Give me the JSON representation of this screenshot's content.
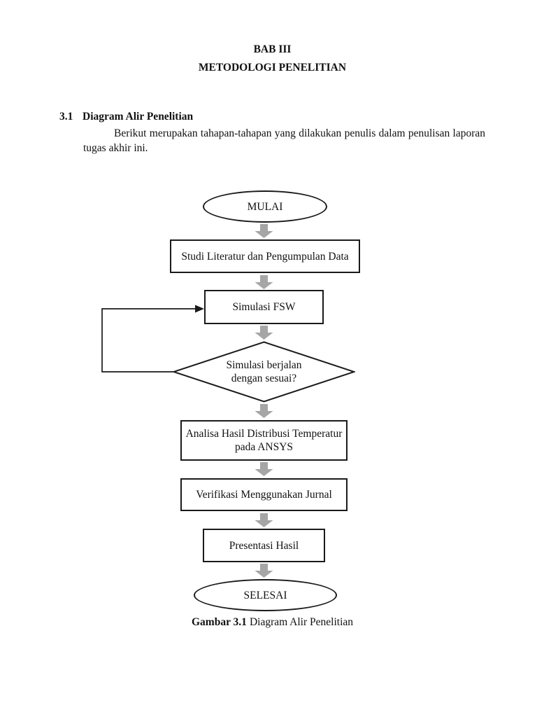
{
  "document": {
    "chapter": {
      "line1": "BAB III",
      "line2": "METODOLOGI PENELITIAN"
    },
    "section": {
      "number": "3.1",
      "title": "Diagram Alir Penelitian"
    },
    "paragraph": {
      "line1": "Berikut merupakan tahapan-tahapan yang dilakukan penulis dalam penulisan laporan",
      "line2": "tugas akhir ini."
    },
    "caption": {
      "label": "Gambar 3.1",
      "text": "Diagram Alir Penelitian"
    }
  },
  "flowchart": {
    "nodes": {
      "mulai": {
        "shape": "ellipse",
        "label": "MULAI"
      },
      "studi": {
        "shape": "rect",
        "label": "Studi Literatur dan Pengumpulan Data"
      },
      "simulasi": {
        "shape": "rect",
        "label": "Simulasi FSW"
      },
      "keputusan": {
        "shape": "diamond",
        "line1": "Simulasi berjalan",
        "line2": "dengan sesuai?"
      },
      "analisa": {
        "shape": "rect",
        "line1": "Analisa Hasil Distribusi Temperatur",
        "line2": "pada ANSYS"
      },
      "verifikasi": {
        "shape": "rect",
        "label": "Verifikasi Menggunakan Jurnal"
      },
      "presentasi": {
        "shape": "rect",
        "label": "Presentasi Hasil"
      },
      "selesai": {
        "shape": "ellipse",
        "label": "SELESAI"
      }
    },
    "colors": {
      "arrow_gray": "#a6a6a6",
      "line_black": "#1a1a1a"
    }
  }
}
